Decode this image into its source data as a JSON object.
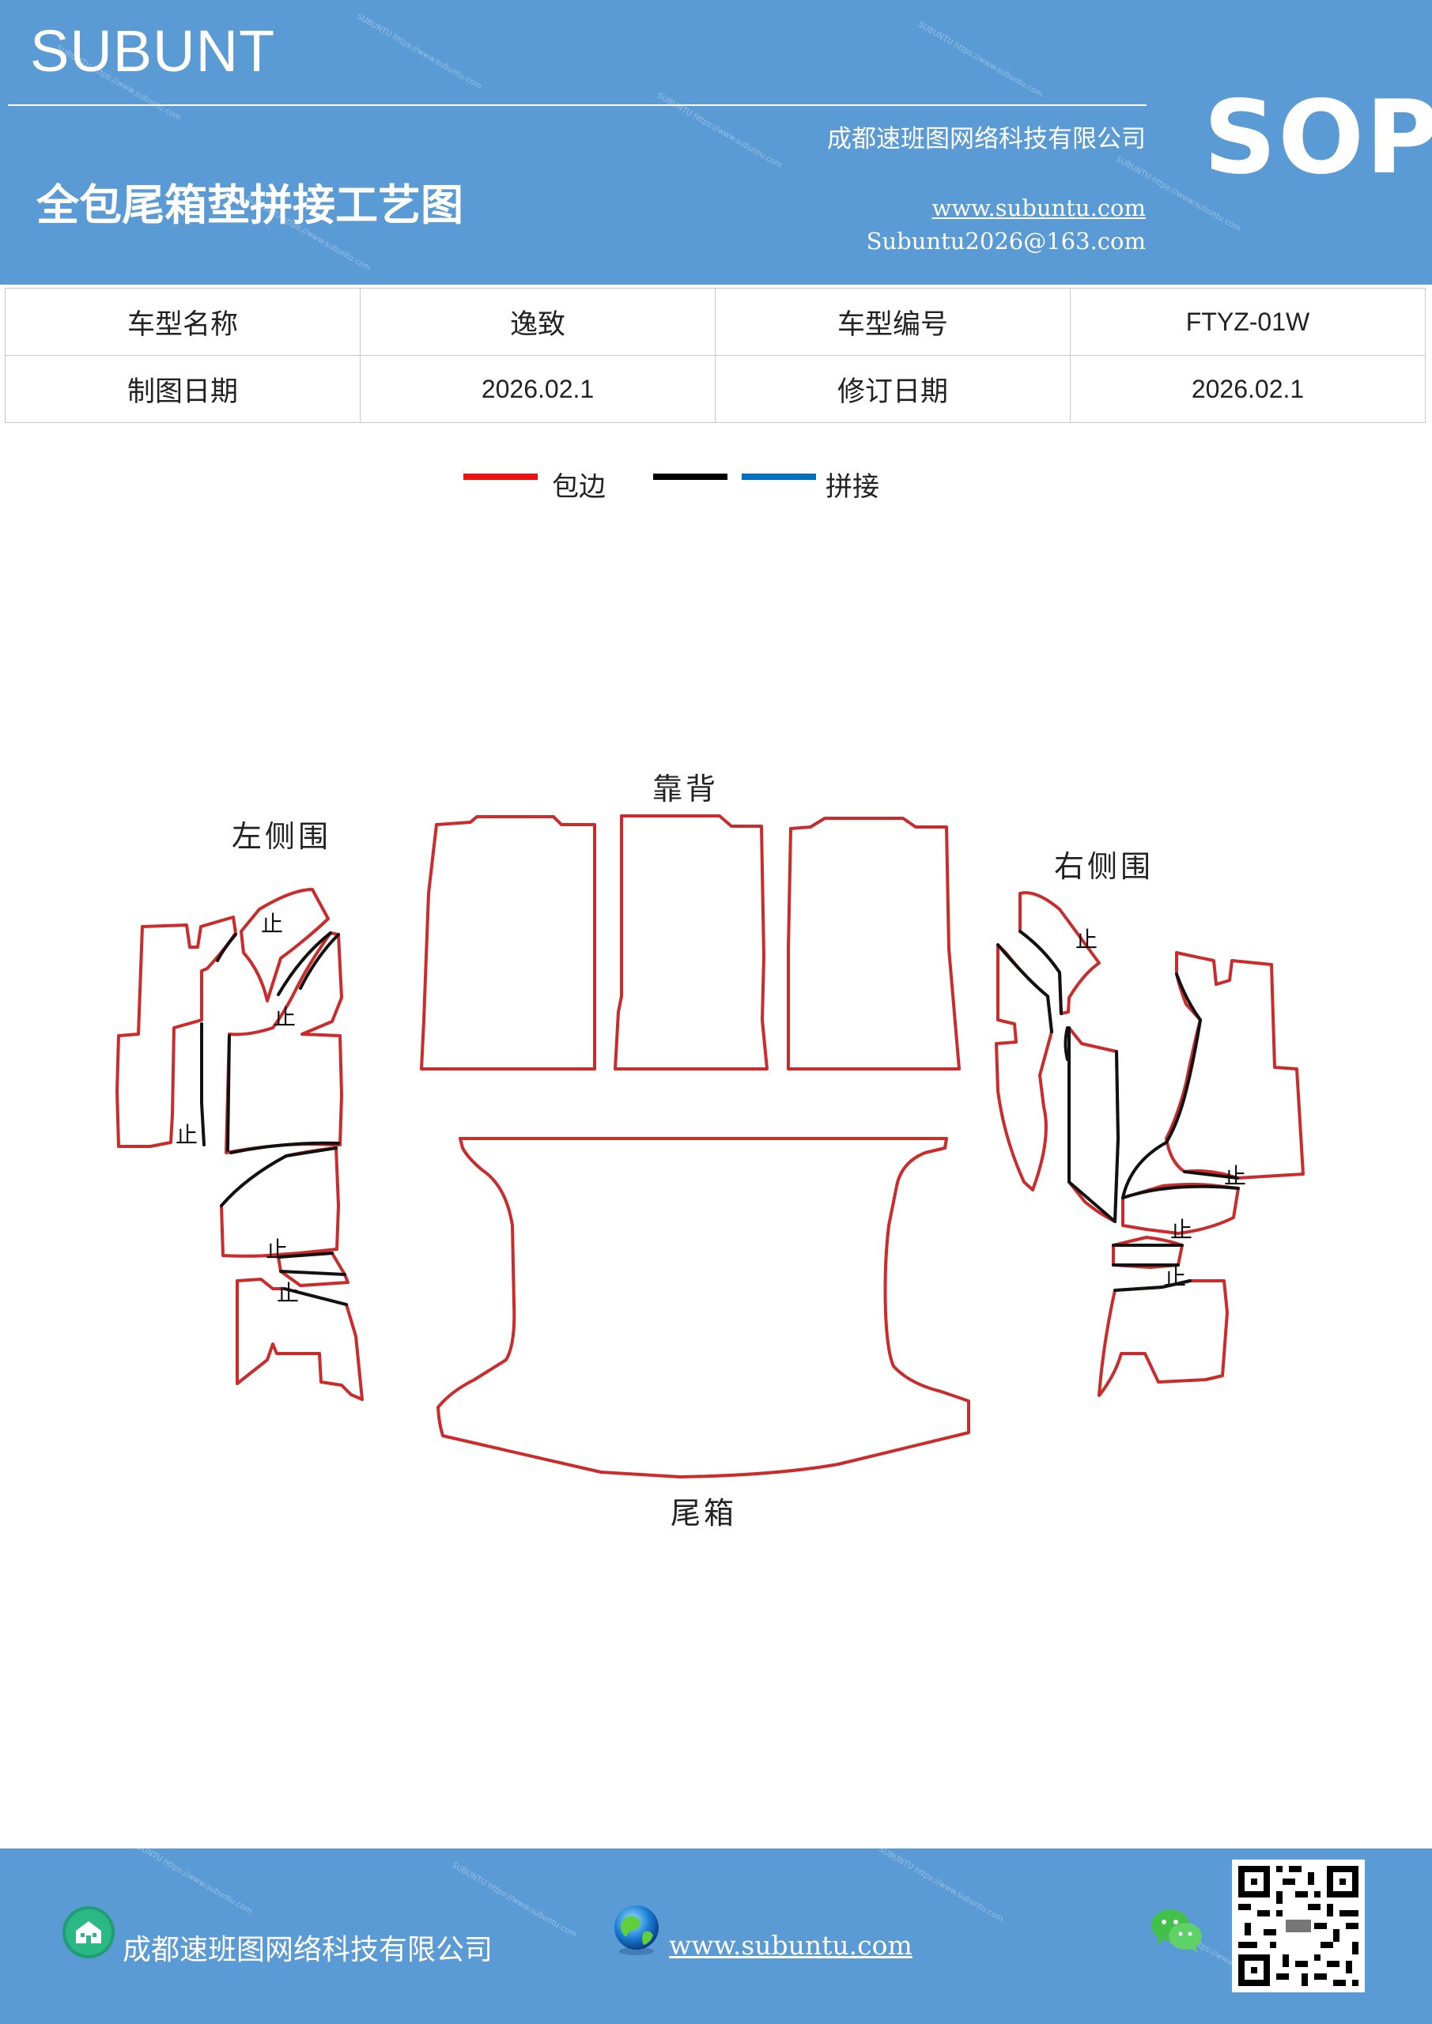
{
  "header": {
    "brand": "SUBUNT",
    "company": "成都速班图网络科技有限公司",
    "badge": "SOP",
    "title": "全包尾箱垫拼接工艺图",
    "website": "www.subuntu.com",
    "email": "Subuntu2026@163.com"
  },
  "info_table": {
    "rows": [
      [
        "车型名称",
        "逸致",
        "车型编号",
        "FTYZ-01W"
      ],
      [
        "制图日期",
        "2026.02.1",
        "修订日期",
        "2026.02.1"
      ]
    ]
  },
  "legend": {
    "items": [
      {
        "label": "包边",
        "color": "#ee1111"
      },
      {
        "label": "",
        "color": "#000000"
      },
      {
        "label": "拼接",
        "color": "#0070c0"
      }
    ]
  },
  "parts": {
    "backrest": "靠背",
    "left_side": "左侧围",
    "right_side": "右侧围",
    "trunk": "尾箱",
    "stop_mark": "止"
  },
  "colors": {
    "header_bg": "#5b9bd5",
    "outline_red": "#cc2b2b",
    "joint_black": "#111111"
  },
  "footer": {
    "company": "成都速班图网络科技有限公司",
    "website": "www.subuntu.com",
    "icons": [
      "building-icon",
      "globe-icon",
      "wechat-icon",
      "qr-code"
    ]
  }
}
